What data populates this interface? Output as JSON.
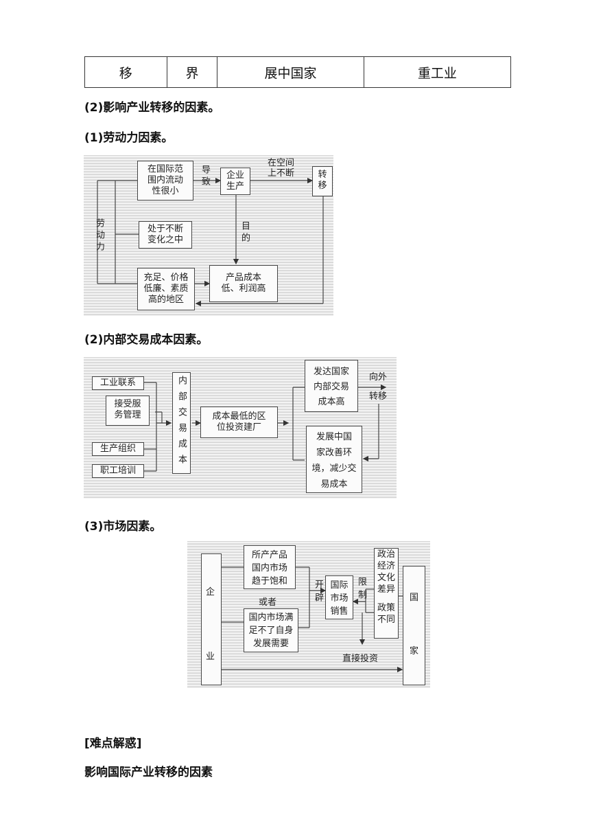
{
  "table_row": {
    "c1": "移",
    "c2": "界",
    "c3": "展中国家",
    "c4": "重工业"
  },
  "headings": {
    "h_factors": "(2)影响产业转移的因素。",
    "h_labor": "(1)劳动力因素。",
    "h_cost": "(2)内部交易成本因素。",
    "h_market": "(3)市场因素。",
    "h_difficulty": "[难点解惑]",
    "h_intl": "影响国际产业转移的因素"
  },
  "labor_diagram": {
    "labor": "劳动力",
    "box1": [
      "在国际范",
      "围内流动",
      "性很小"
    ],
    "lead_to": "导致",
    "enterprise": [
      "企业",
      "生产"
    ],
    "space_label": [
      "在空间",
      "上不断"
    ],
    "transfer": [
      "转",
      "移"
    ],
    "box2": [
      "处于不断",
      "变化之中"
    ],
    "purpose": "目的",
    "box3": [
      "充足、价格",
      "低廉、素质",
      "高的地区"
    ],
    "result": [
      "产品成本",
      "低、利润高"
    ]
  },
  "cost_diagram": {
    "factors": [
      "工业联系",
      "接受服",
      "务管理",
      "生产组织",
      "职工培训"
    ],
    "internal_cost": "内部交易成本",
    "invest": [
      "成本最低的区",
      "位投资建厂"
    ],
    "developed": [
      "发达国家",
      "内部交易",
      "成本高"
    ],
    "outward": [
      "向外",
      "转移"
    ],
    "developing": [
      "发展中国",
      "家改善环",
      "境，减少交",
      "易成本"
    ]
  },
  "market_diagram": {
    "enterprise": [
      "企",
      "业"
    ],
    "saturated": [
      "所产产品",
      "国内市场",
      "趋于饱和"
    ],
    "or": "或者",
    "insufficient": [
      "国内市场满",
      "足不了自身",
      "发展需要"
    ],
    "open": "开辟",
    "intl_market": [
      "国际",
      "市场",
      "销售"
    ],
    "limit": "限制",
    "differences": [
      "政治",
      "经济",
      "文化",
      "差异"
    ],
    "policy": [
      "政策",
      "不同"
    ],
    "country": [
      "国",
      "家"
    ],
    "direct_invest": "直接投资"
  }
}
